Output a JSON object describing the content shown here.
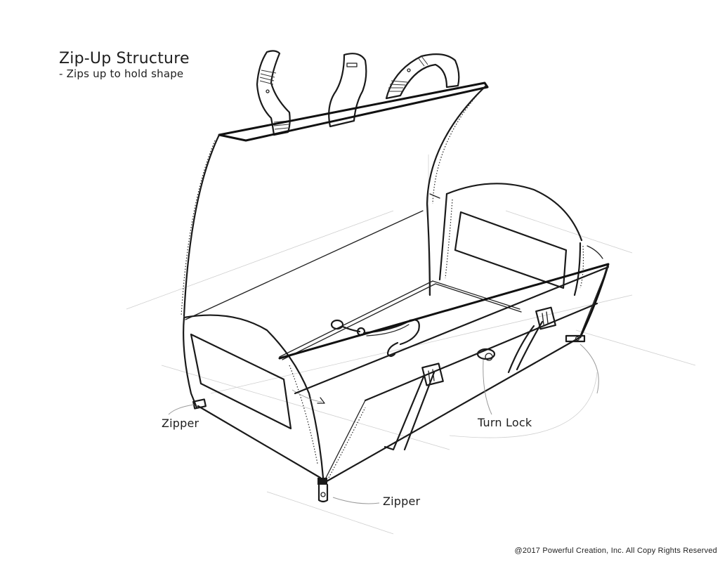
{
  "diagram": {
    "title": "Zip-Up Structure",
    "subtitle": "- Zips up to hold shape",
    "subject": "Open collapsible carrier/bag with zip-up fabric panels, straps and buckles",
    "labels": {
      "zipper_left": "Zipper",
      "turn_lock": "Turn Lock",
      "zipper_bottom": "Zipper"
    },
    "parts": [
      {
        "name": "lid-panel",
        "description": "Curved top flap with three straps"
      },
      {
        "name": "top-straps",
        "count": 3
      },
      {
        "name": "left-end-panel",
        "description": "Arched end panel with rectangular window"
      },
      {
        "name": "right-end-panel",
        "description": "Arched end panel with rectangular window"
      },
      {
        "name": "front-panel",
        "description": "Folded-down front panel with two buckle straps"
      },
      {
        "name": "buckles",
        "count": 2
      },
      {
        "name": "turn-lock",
        "count": 1
      },
      {
        "name": "interior-leash",
        "description": "Tether with clip inside base"
      },
      {
        "name": "zipper-pulls",
        "count": 3
      }
    ],
    "copyright": "@2017 Powerful Creation, Inc. All Copy Rights Reserved",
    "colors": {
      "ink": "#1a1a1a",
      "guide_lines": "#cfcfcf",
      "background": "#ffffff"
    }
  }
}
